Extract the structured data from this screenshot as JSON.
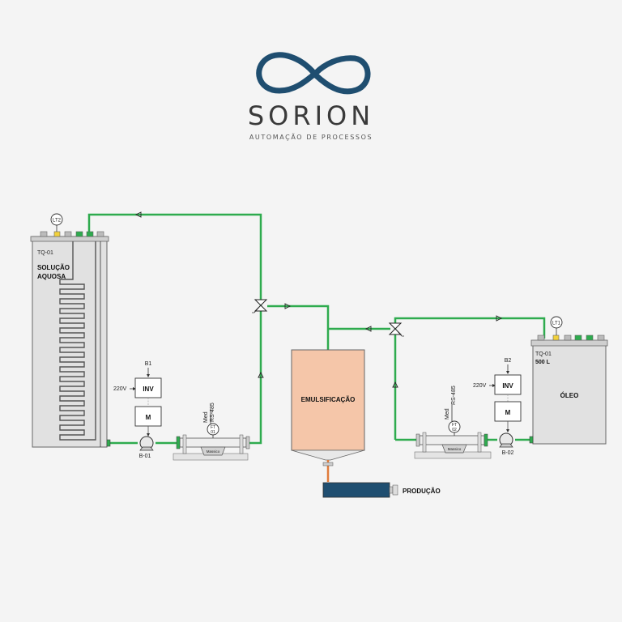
{
  "brand": {
    "name": "SORION",
    "tagline": "AUTOMAÇÃO DE PROCESSOS"
  },
  "tank_left": {
    "tag": "TQ-01",
    "name_line1": "SOLUÇÃO",
    "name_line2": "AQUOSA",
    "level_tx": "LT2"
  },
  "tank_right": {
    "tag": "TQ-01",
    "capacity": "500 L",
    "name": "ÓLEO",
    "level_tx": "LT1"
  },
  "pump_left": {
    "drive": "B1",
    "voltage": "220V",
    "inverter": "INV",
    "motor": "M",
    "tag": "B-01"
  },
  "pump_right": {
    "drive": "B2",
    "voltage": "220V",
    "inverter": "INV",
    "motor": "M",
    "tag": "B-02"
  },
  "meter_left": {
    "tag_line1": "FT",
    "tag_line2": "01",
    "med": "Med",
    "bus": "RS-485",
    "type": "Massico"
  },
  "meter_right": {
    "tag_line1": "FT",
    "tag_line2": "02",
    "med": "Med",
    "bus": "RS-485",
    "type": "Massico"
  },
  "mixer": {
    "name": "EMULSIFICAÇÃO"
  },
  "output": {
    "label": "PRODUÇÃO"
  },
  "colors": {
    "pipe": "#2eab4e",
    "logo": "#1f4e70",
    "mixer": "#f5c6a9",
    "tank": "#e1e1e1",
    "outlet": "#1f4e70"
  }
}
